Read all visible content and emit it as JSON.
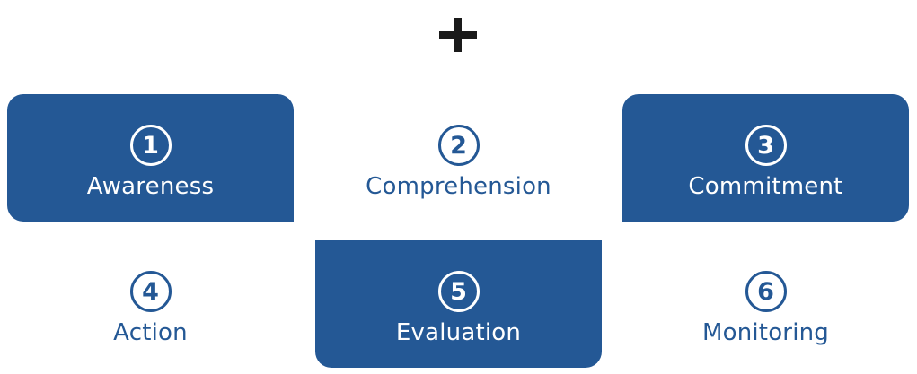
{
  "steps": [
    {
      "number": "1",
      "label": "Awareness",
      "style": "filled"
    },
    {
      "number": "2",
      "label": "Comprehension",
      "style": "plain"
    },
    {
      "number": "3",
      "label": "Commitment",
      "style": "filled"
    },
    {
      "number": "4",
      "label": "Action",
      "style": "plain"
    },
    {
      "number": "5",
      "label": "Evaluation",
      "style": "filled"
    },
    {
      "number": "6",
      "label": "Monitoring",
      "style": "plain"
    }
  ],
  "colors": {
    "accent": "#245895",
    "plus": "#1a1a1a",
    "background": "#ffffff"
  },
  "icons": {
    "top": "plus-icon"
  }
}
